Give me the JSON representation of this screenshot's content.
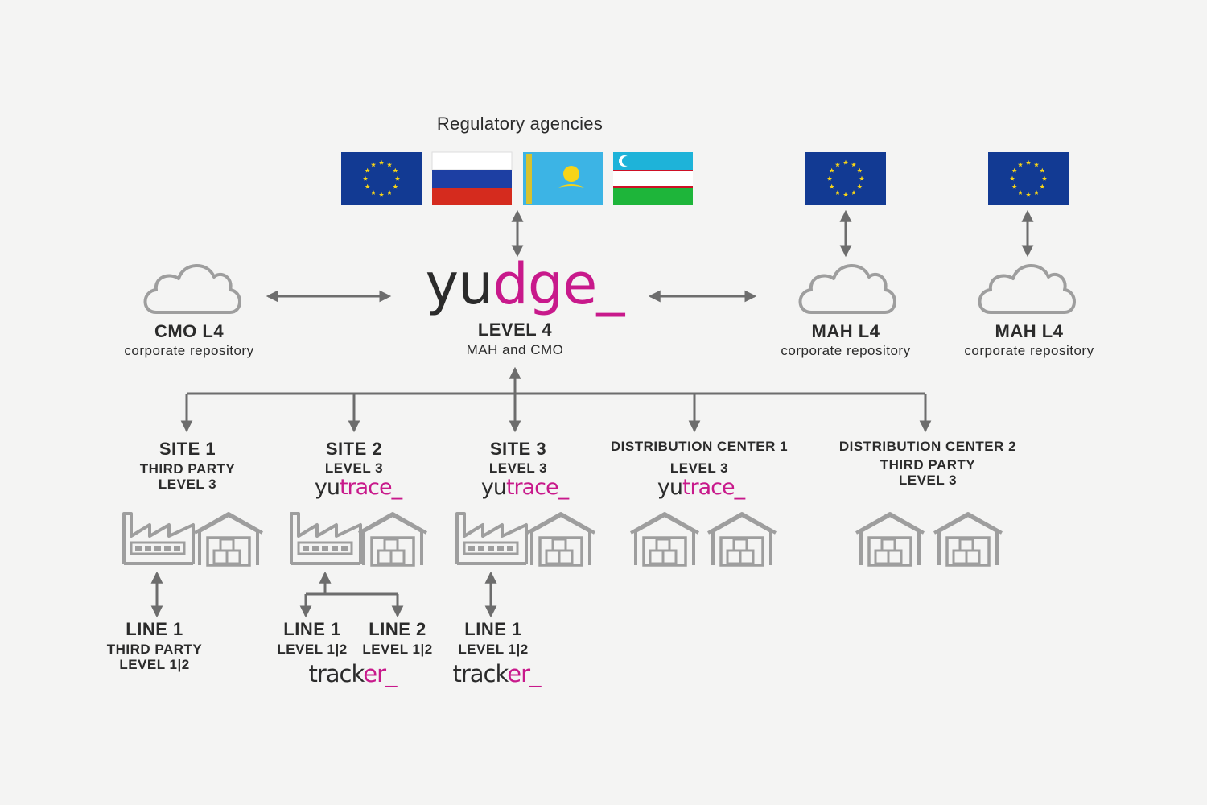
{
  "header": {
    "title": "Regulatory agencies"
  },
  "flags": [
    "eu-flag",
    "russia-flag",
    "kazakhstan-flag",
    "uzbekistan-flag",
    "eu-flag",
    "eu-flag"
  ],
  "center": {
    "logo_main": "yu",
    "logo_accent": "dge_",
    "level": "LEVEL 4",
    "sub": "MAH and CMO"
  },
  "repos": {
    "cmo": {
      "title": "CMO L4",
      "sub": "corporate repository"
    },
    "mah1": {
      "title": "MAH L4",
      "sub": "corporate repository"
    },
    "mah2": {
      "title": "MAH L4",
      "sub": "corporate repository"
    }
  },
  "sites": {
    "site1": {
      "title": "SITE 1",
      "line2": "THIRD PARTY",
      "line3": "LEVEL 3"
    },
    "site2": {
      "title": "SITE 2",
      "line2": "LEVEL 3",
      "logo_main": "yu",
      "logo_accent": "trace_"
    },
    "site3": {
      "title": "SITE 3",
      "line2": "LEVEL 3",
      "logo_main": "yu",
      "logo_accent": "trace_"
    },
    "dc1": {
      "title": "DISTRIBUTION CENTER 1",
      "line2": "LEVEL 3",
      "logo_main": "yu",
      "logo_accent": "trace_"
    },
    "dc2": {
      "title": "DISTRIBUTION CENTER 2",
      "line2": "THIRD PARTY",
      "line3": "LEVEL 3"
    }
  },
  "lines": {
    "s1l1": {
      "title": "LINE 1",
      "line2": "THIRD PARTY",
      "line3": "LEVEL 1|2"
    },
    "s2l1": {
      "title": "LINE 1",
      "line2": "LEVEL 1|2"
    },
    "s2l2": {
      "title": "LINE 2",
      "line2": "LEVEL 1|2"
    },
    "s3l1": {
      "title": "LINE 1",
      "line2": "LEVEL 1|2"
    }
  },
  "tracker": {
    "logo_main": "track",
    "logo_accent": "er_"
  },
  "colors": {
    "accent": "#c8198b",
    "connector": "#6d6d6d",
    "icon": "#9e9e9e",
    "eu_blue": "#123a93",
    "eu_star": "#f7d417"
  }
}
